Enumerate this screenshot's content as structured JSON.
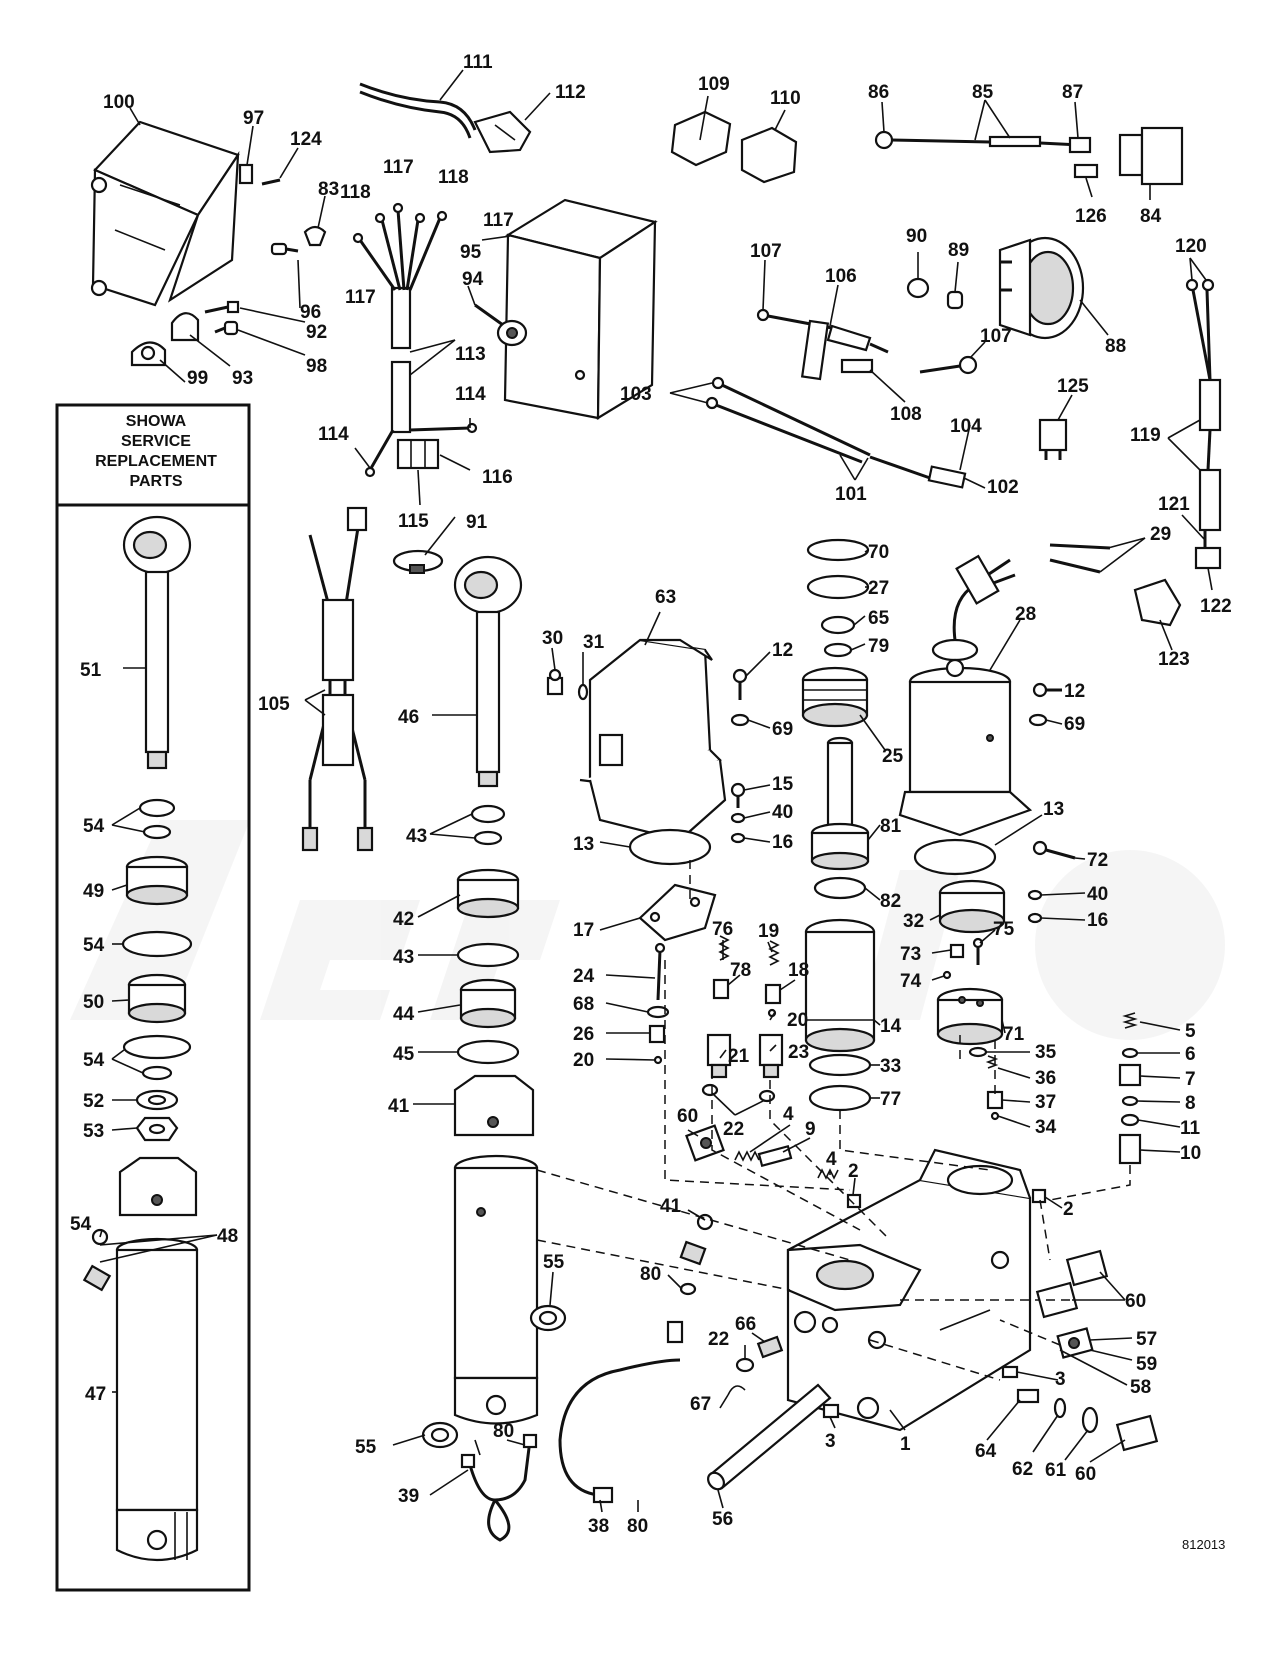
{
  "panel": {
    "title_lines": [
      "SHOWA",
      "SERVICE",
      "REPLACEMENT",
      "PARTS"
    ]
  },
  "figure_ref": "812013",
  "callouts": {
    "c1": "1",
    "c2a": "2",
    "c2b": "2",
    "c3a": "3",
    "c3b": "3",
    "c4a": "4",
    "c4b": "4",
    "c5": "5",
    "c6": "6",
    "c7": "7",
    "c8": "8",
    "c9": "9",
    "c10": "10",
    "c11": "11",
    "c12a": "12",
    "c12b": "12",
    "c13a": "13",
    "c13b": "13",
    "c14": "14",
    "c15": "15",
    "c16a": "16",
    "c16b": "16",
    "c17": "17",
    "c18": "18",
    "c19": "19",
    "c20a": "20",
    "c20b": "20",
    "c21": "21",
    "c22a": "22",
    "c22b": "22",
    "c23": "23",
    "c24": "24",
    "c25": "25",
    "c26": "26",
    "c27": "27",
    "c28": "28",
    "c29": "29",
    "c30": "30",
    "c31": "31",
    "c32": "32",
    "c33": "33",
    "c34": "34",
    "c35": "35",
    "c36": "36",
    "c37": "37",
    "c38": "38",
    "c39": "39",
    "c40a": "40",
    "c40b": "40",
    "c41a": "41",
    "c41b": "41",
    "c42": "42",
    "c43a": "43",
    "c43b": "43",
    "c44": "44",
    "c45": "45",
    "c46": "46",
    "c47": "47",
    "c48": "48",
    "c49": "49",
    "c50": "50",
    "c51": "51",
    "c52": "52",
    "c53": "53",
    "c54a": "54",
    "c54b": "54",
    "c54c": "54",
    "c54d": "54",
    "c55a": "55",
    "c55b": "55",
    "c56": "56",
    "c57": "57",
    "c58": "58",
    "c59": "59",
    "c60a": "60",
    "c60b": "60",
    "c60c": "60",
    "c61": "61",
    "c62": "62",
    "c63": "63",
    "c64": "64",
    "c65": "65",
    "c66": "66",
    "c67": "67",
    "c68": "68",
    "c69a": "69",
    "c69b": "69",
    "c70": "70",
    "c71": "71",
    "c72": "72",
    "c73": "73",
    "c74": "74",
    "c75": "75",
    "c76": "76",
    "c77": "77",
    "c78": "78",
    "c79": "79",
    "c80a": "80",
    "c80b": "80",
    "c80c": "80",
    "c81": "81",
    "c82": "82",
    "c83": "83",
    "c84": "84",
    "c85": "85",
    "c86": "86",
    "c87": "87",
    "c88": "88",
    "c89": "89",
    "c90": "90",
    "c91": "91",
    "c92": "92",
    "c93": "93",
    "c94": "94",
    "c95": "95",
    "c96": "96",
    "c97": "97",
    "c98": "98",
    "c99": "99",
    "c100": "100",
    "c101": "101",
    "c102": "102",
    "c103": "103",
    "c104": "104",
    "c105": "105",
    "c106": "106",
    "c107a": "107",
    "c107b": "107",
    "c108": "108",
    "c109": "109",
    "c110": "110",
    "c111": "111",
    "c112": "112",
    "c113": "113",
    "c114a": "114",
    "c114b": "114",
    "c115": "115",
    "c116": "116",
    "c117a": "117",
    "c117b": "117",
    "c117c": "117",
    "c118a": "118",
    "c118b": "118",
    "c119": "119",
    "c120": "120",
    "c121": "121",
    "c122": "122",
    "c123": "123",
    "c124": "124",
    "c125": "125",
    "c126": "126"
  },
  "colors": {
    "line": "#111111",
    "background": "#ffffff",
    "watermark": "#9a9a9a"
  }
}
